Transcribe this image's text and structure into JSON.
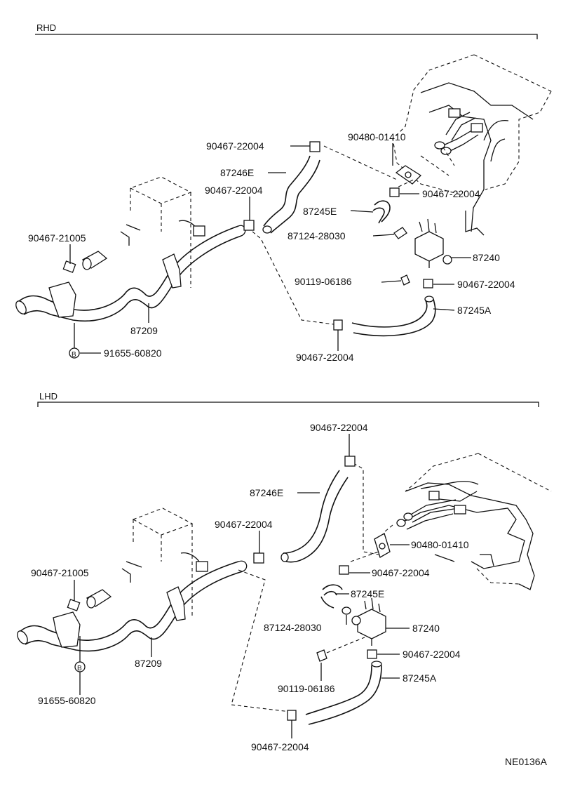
{
  "sections": {
    "rhd": "RHD",
    "lhd": "LHD"
  },
  "rhd_labels": {
    "l1": "90467-22004",
    "l2": "90480-01410",
    "l3": "87246E",
    "l4": "90467-22004",
    "l5": "90467-22004",
    "l6": "87245E",
    "l7": "87124-28030",
    "l8": "90467-21005",
    "l9": "87240",
    "l10": "90119-06186",
    "l11": "90467-22004",
    "l12": "87245A",
    "l13": "87209",
    "l14": "91655-60820",
    "l15": "90467-22004",
    "bolt_mark": "B"
  },
  "lhd_labels": {
    "l1": "90467-22004",
    "l2": "87246E",
    "l3": "90467-22004",
    "l4": "90480-01410",
    "l5": "90467-21005",
    "l6": "90467-22004",
    "l7": "87245E",
    "l8": "87124-28030",
    "l9": "87240",
    "l10": "87209",
    "l11": "90467-22004",
    "l12": "90119-06186",
    "l13": "87245A",
    "l14": "91655-60820",
    "l15": "90467-22004",
    "bolt_mark": "B"
  },
  "diagram_code": "NE0136A"
}
